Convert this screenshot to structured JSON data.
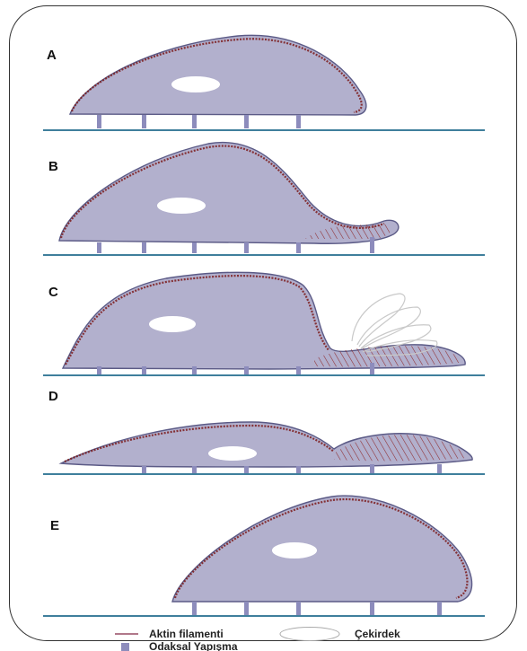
{
  "panels": [
    {
      "id": "a",
      "label": "A"
    },
    {
      "id": "b",
      "label": "B"
    },
    {
      "id": "c",
      "label": "C"
    },
    {
      "id": "d",
      "label": "D"
    },
    {
      "id": "e",
      "label": "E"
    }
  ],
  "legend": {
    "actin_label": "Aktin filamenti",
    "nucleus_label": "Çekirdek",
    "adhesion_label": "Odaksal Yapışma"
  },
  "colors": {
    "cell_body": "#b2b0cd",
    "actin": "#7b1b1b",
    "ground": "#3f7f9c",
    "adhesion": "#8d8cbc",
    "nucleus": "#ffffff"
  }
}
